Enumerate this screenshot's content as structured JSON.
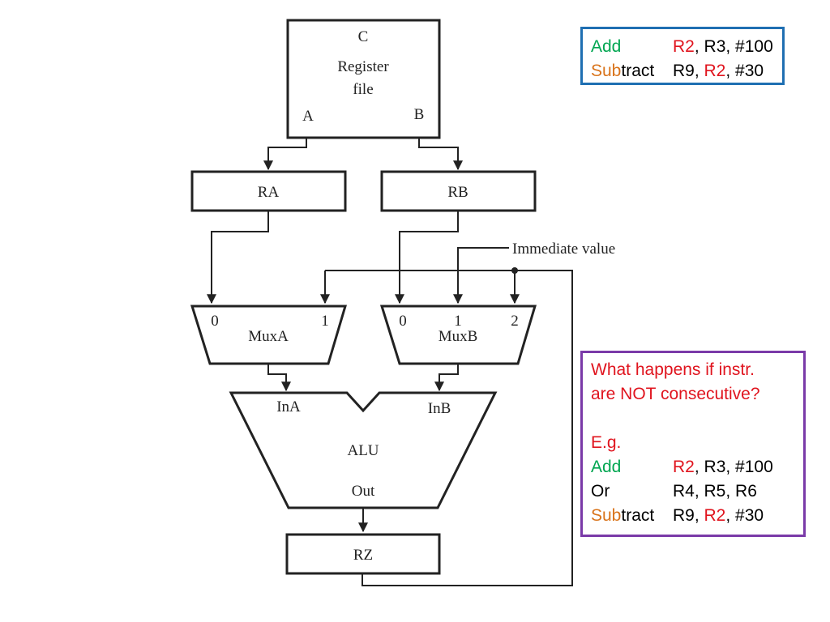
{
  "diagram": {
    "register_file": {
      "port_c": "C",
      "title_line1": "Register",
      "title_line2": "file",
      "port_a": "A",
      "port_b": "B"
    },
    "ra_label": "RA",
    "rb_label": "RB",
    "immediate_label": "Immediate value",
    "muxa": {
      "label": "MuxA",
      "in0": "0",
      "in1": "1"
    },
    "muxb": {
      "label": "MuxB",
      "in0": "0",
      "in1": "1",
      "in2": "2"
    },
    "alu": {
      "label": "ALU",
      "ina": "InA",
      "inb": "InB",
      "out": "Out"
    },
    "rz_label": "RZ"
  },
  "code_box": {
    "line1": {
      "op_head": "Add",
      "op_tail": "",
      "op_color": "#00a651",
      "arg1": "R2",
      "arg1_color": "#e0141e",
      "rest": ", R3, #100"
    },
    "line2": {
      "op_head": "Sub",
      "op_tail": "tract",
      "op_color": "#d9731a",
      "arg_pre": "R9, ",
      "arg_hl": "R2",
      "arg_hl_color": "#e0141e",
      "rest": ", #30"
    }
  },
  "question_box": {
    "q_line1": "What happens if instr.",
    "q_line2": "are NOT consecutive?",
    "eg_label": "E.g.",
    "line1": {
      "op_head": "Add",
      "op_tail": "",
      "op_color": "#00a651",
      "arg1": "R2",
      "arg1_color": "#e0141e",
      "rest": ", R3, #100"
    },
    "line2": {
      "op": "Or",
      "args": "R4, R5, R6"
    },
    "line3": {
      "op_head": "Sub",
      "op_tail": "tract",
      "op_color": "#d9731a",
      "arg_pre": "R9, ",
      "arg_hl": "R2",
      "arg_hl_color": "#e0141e",
      "rest": ", #30"
    }
  },
  "colors": {
    "blue_border": "#1f6fb2",
    "purple_border": "#7a3aa8",
    "red": "#e0141e",
    "green": "#00a651",
    "orange": "#d9731a"
  }
}
